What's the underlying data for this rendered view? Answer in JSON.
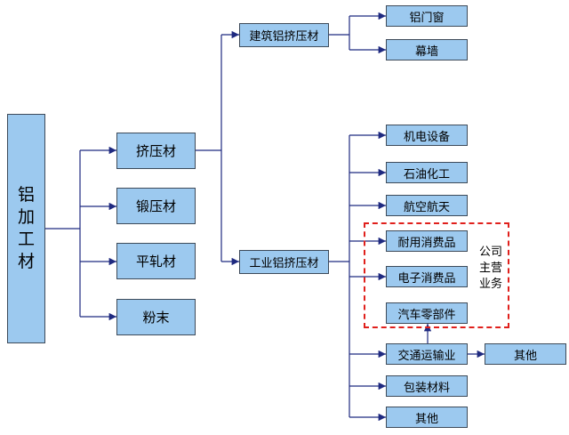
{
  "root": {
    "label": "铝加工材"
  },
  "level1": [
    {
      "label": "挤压材"
    },
    {
      "label": "锻压材"
    },
    {
      "label": "平轧材"
    },
    {
      "label": "粉末"
    }
  ],
  "level2": [
    {
      "label": "建筑铝挤压材"
    },
    {
      "label": "工业铝挤压材"
    }
  ],
  "architectural": [
    {
      "label": "铝门窗"
    },
    {
      "label": "幕墙"
    }
  ],
  "industrial": [
    {
      "label": "机电设备"
    },
    {
      "label": "石油化工"
    },
    {
      "label": "航空航天"
    },
    {
      "label": "耐用消费品"
    },
    {
      "label": "电子消费品"
    },
    {
      "label": "汽车零部件"
    },
    {
      "label": "交通运输业"
    },
    {
      "label": "包装材料"
    },
    {
      "label": "其他"
    }
  ],
  "transport_other": {
    "label": "其他"
  },
  "highlight_note": {
    "line1": "公司",
    "line2": "主营",
    "line3": "业务"
  },
  "colors": {
    "box_fill": "#9cc9ef",
    "box_border": "#3d4a59",
    "connector": "#1f2a80",
    "highlight": "#e0201c"
  }
}
